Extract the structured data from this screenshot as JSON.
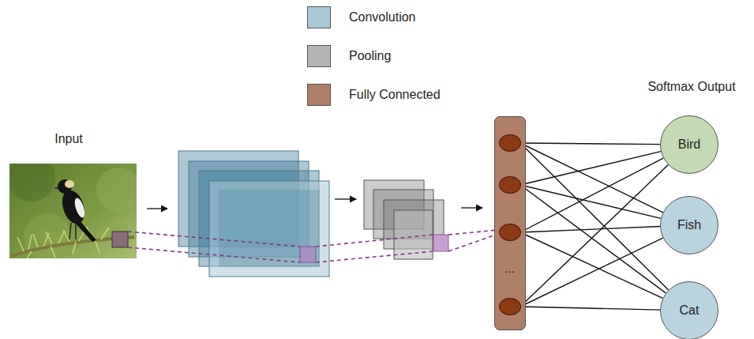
{
  "diagram": {
    "nodes": [
      {
        "text": [
          "..."
        ]
      },
      {
        "text": [
          "Bird"
        ]
      },
      {
        "text": [
          "Fish"
        ]
      },
      {
        "text": [
          "Cat"
        ]
      }
    ],
    "edges": [
      {
        "from": 0,
        "to": 1,
        "arrow": "none"
      },
      {
        "from": 0,
        "to": 2,
        "arrow": "none"
      },
      {
        "from": 0,
        "to": 3,
        "arrow": "none"
      }
    ],
    "labels": [
      "Input",
      "Softmax Output"
    ],
    "legend": [
      {
        "text": "Convolution",
        "color": "#a9c8d6"
      },
      {
        "text": "Pooling",
        "color": "#b5b5b5"
      },
      {
        "text": "Fully Connected",
        "color": "#b07f67"
      }
    ]
  }
}
